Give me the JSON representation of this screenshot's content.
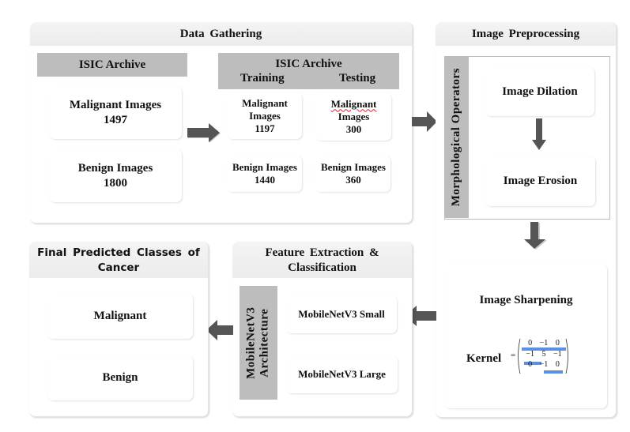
{
  "data_gathering": {
    "title": "Data Gathering",
    "full_archive": {
      "header": "ISIC Archive",
      "malignant": {
        "label": "Malignant Images",
        "count": "1497"
      },
      "benign": {
        "label": "Benign Images",
        "count": "1800"
      }
    },
    "split_archive": {
      "header": "ISIC Archive",
      "training_label": "Training",
      "testing_label": "Testing",
      "training": {
        "malignant": {
          "label_line1": "Malignant",
          "label_line2": "Images",
          "count": "1197"
        },
        "benign": {
          "label": "Benign Images",
          "count": "1440"
        }
      },
      "testing": {
        "malignant": {
          "label_line1": "Malignant",
          "label_line2": "Images",
          "count": "300"
        },
        "benign": {
          "label": "Benign Images",
          "count": "360"
        }
      }
    }
  },
  "image_preprocessing": {
    "title": "Image Preprocessing",
    "side_label": "Morphological Operators",
    "steps": [
      "Image Dilation",
      "Image Erosion"
    ],
    "sharpening": {
      "title": "Image Sharpening",
      "kernel_label": "Kernel",
      "equals": "=",
      "kernel": [
        [
          "0",
          "−1",
          "0"
        ],
        [
          "−1",
          "5",
          "−1"
        ],
        [
          "0",
          "−1",
          "0"
        ]
      ]
    }
  },
  "feature_extraction": {
    "title_line1": "Feature Extraction &",
    "title_line2": "Classification",
    "side_label_line1": "MobileNetV3",
    "side_label_line2": "Architecture",
    "models": [
      "MobileNetV3 Small",
      "MobileNetV3 Large"
    ]
  },
  "final_classes": {
    "title_line1": "Final Predicted Classes of",
    "title_line2": "Cancer",
    "classes": [
      "Malignant",
      "Benign"
    ]
  },
  "colors": {
    "arrow": "#555555",
    "gray_header": "#bdbdbd",
    "highlight": "#5b8fe0"
  }
}
